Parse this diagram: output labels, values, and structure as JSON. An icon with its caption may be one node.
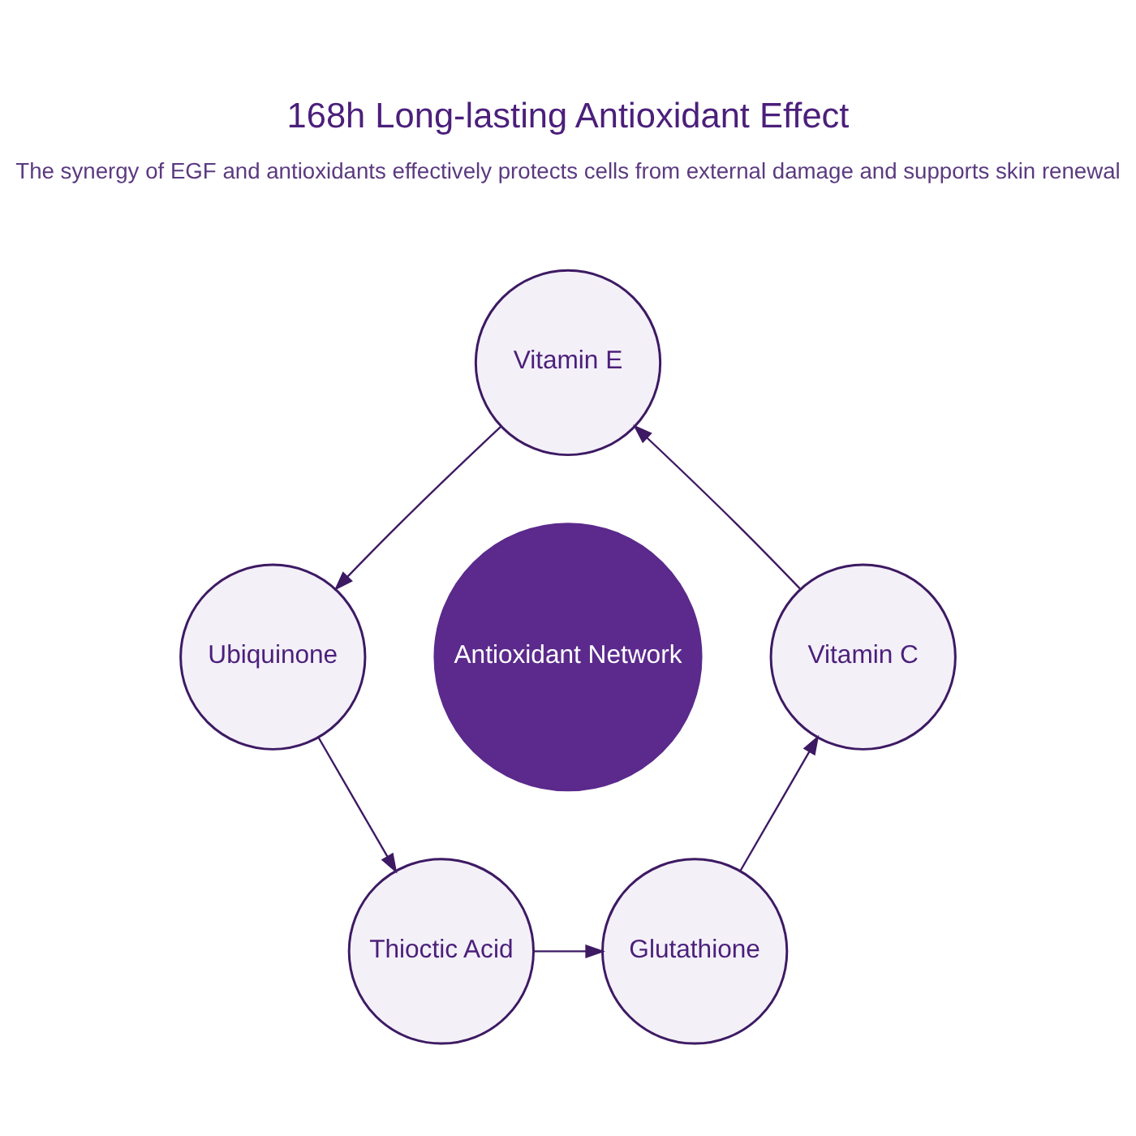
{
  "diagram": {
    "title": "168h Long-lasting Antioxidant Effect",
    "nodes": [
      {
        "text": [
          "Vitamin E"
        ]
      },
      {
        "text": [
          "Ubiquinone"
        ]
      },
      {
        "text": [
          "Antioxidant Network"
        ]
      },
      {
        "text": [
          "Vitamin C"
        ]
      },
      {
        "text": [
          "Thioctic Acid"
        ]
      },
      {
        "text": [
          "Glutathione"
        ]
      }
    ],
    "edges": [
      {
        "from": 0,
        "to": 1,
        "arrow": "to"
      },
      {
        "from": 1,
        "to": 4,
        "arrow": "to"
      },
      {
        "from": 4,
        "to": 5,
        "arrow": "to"
      },
      {
        "from": 5,
        "to": 3,
        "arrow": "to"
      },
      {
        "from": 3,
        "to": 0,
        "arrow": "to"
      }
    ],
    "labels": [
      "The synergy of EGF and antioxidants effectively protects cells from external damage and supports skin renewal"
    ]
  }
}
